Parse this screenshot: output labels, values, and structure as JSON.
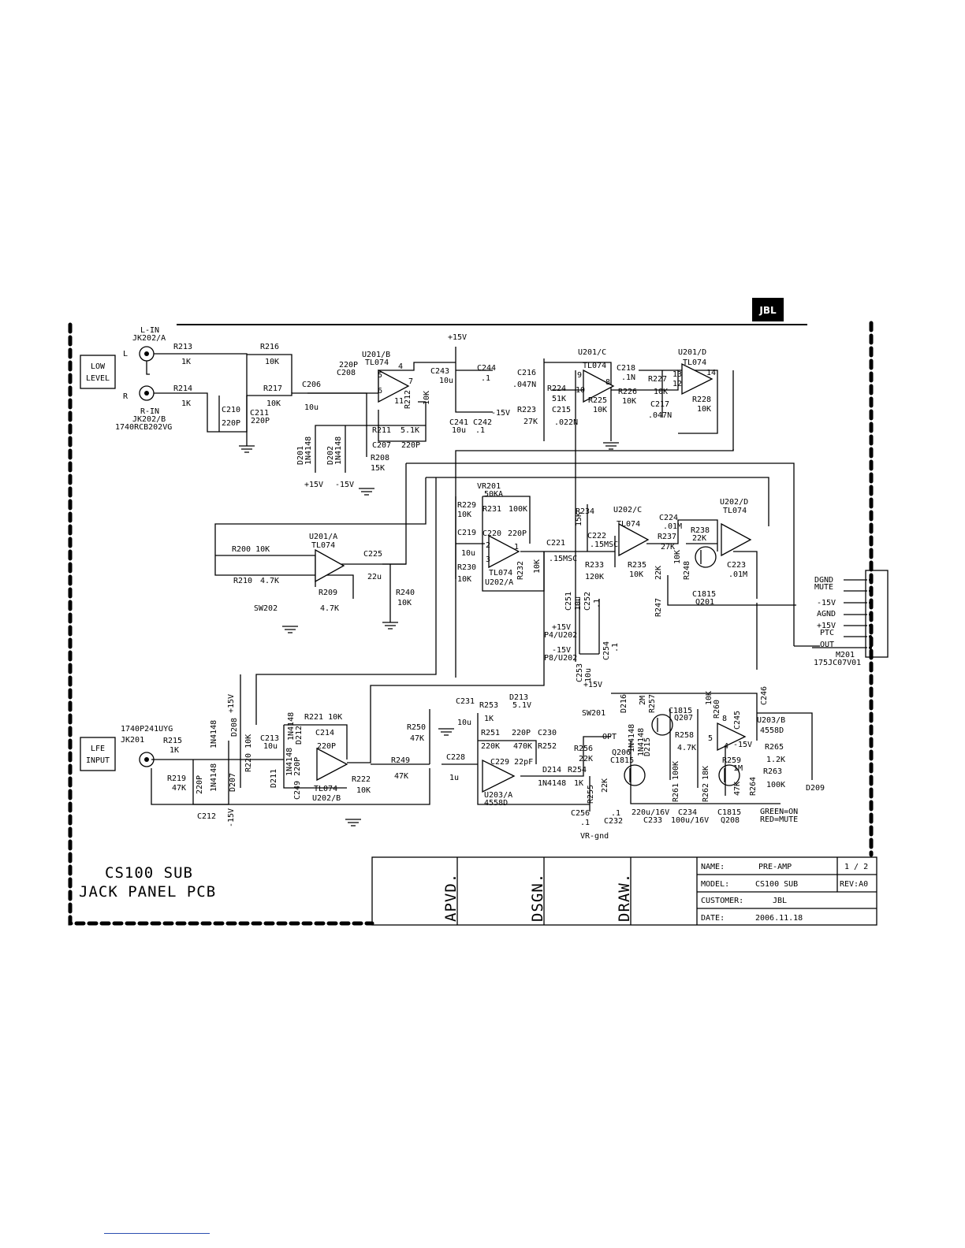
{
  "logo": {
    "text": "JBL"
  },
  "sheet": {
    "title_line1": "CS100 SUB",
    "title_line2": "JACK PANEL PCB"
  },
  "title_block": {
    "approved_label": "APVD.",
    "design_label": "DSGN.",
    "drawn_label": "DRAW.",
    "name_label": "NAME:",
    "name_value": "PRE-AMP",
    "page": "1 / 2",
    "model_label": "MODEL:",
    "model_value": "CS100 SUB",
    "rev": "REV:A0",
    "customer_label": "CUSTOMER:",
    "customer_value": "JBL",
    "date_label": "DATE:",
    "date_value": "2006.11.18"
  },
  "inputs": {
    "low_level_1": "LOW",
    "low_level_2": "LEVEL",
    "lfe_1": "LFE",
    "lfe_2": "INPUT"
  },
  "connector": {
    "pins": [
      "DGND",
      "MUTE",
      "-15V",
      "AGND",
      "+15V",
      "PTC",
      "OUT"
    ],
    "name": "M201",
    "part": "175JC07V01"
  },
  "labels": [
    {
      "id": "lin",
      "t": "L-IN"
    },
    {
      "id": "jk202a",
      "t": "JK202/A"
    },
    {
      "id": "L",
      "t": "L"
    },
    {
      "id": "R",
      "t": "R"
    },
    {
      "id": "rin",
      "t": "R-IN"
    },
    {
      "id": "jk202b",
      "t": "JK202/B"
    },
    {
      "id": "jk202pn",
      "t": "1740RCB202VG"
    },
    {
      "id": "r213",
      "t": "R213"
    },
    {
      "id": "r213v",
      "t": "1K"
    },
    {
      "id": "r214",
      "t": "R214"
    },
    {
      "id": "r214v",
      "t": "1K"
    },
    {
      "id": "r216",
      "t": "R216"
    },
    {
      "id": "r216v",
      "t": "10K"
    },
    {
      "id": "r217",
      "t": "R217"
    },
    {
      "id": "r217v",
      "t": "10K"
    },
    {
      "id": "c210",
      "t": "C210"
    },
    {
      "id": "c210v",
      "t": "220P"
    },
    {
      "id": "c211",
      "t": "C211"
    },
    {
      "id": "c211v",
      "t": "220P"
    },
    {
      "id": "c206",
      "t": "C206"
    },
    {
      "id": "c206v",
      "t": "10u"
    },
    {
      "id": "c208v",
      "t": "220P"
    },
    {
      "id": "c208",
      "t": "C208"
    },
    {
      "id": "u201b",
      "t": "U201/B"
    },
    {
      "id": "u201bt",
      "t": "TL074"
    },
    {
      "id": "p5",
      "t": "5"
    },
    {
      "id": "p6",
      "t": "6"
    },
    {
      "id": "p7",
      "t": "7"
    },
    {
      "id": "p4",
      "t": "4"
    },
    {
      "id": "p11",
      "t": "11"
    },
    {
      "id": "r212",
      "t": "R212"
    },
    {
      "id": "r212v",
      "t": "10K"
    },
    {
      "id": "r211",
      "t": "R211"
    },
    {
      "id": "r211v",
      "t": "5.1K"
    },
    {
      "id": "c207",
      "t": "C207"
    },
    {
      "id": "c207v",
      "t": "220P"
    },
    {
      "id": "d201",
      "t": "D201"
    },
    {
      "id": "d201v",
      "t": "1N4148"
    },
    {
      "id": "d202",
      "t": "D202"
    },
    {
      "id": "d202v",
      "t": "1N4148"
    },
    {
      "id": "pp15a",
      "t": "+15V"
    },
    {
      "id": "mm15a",
      "t": "-15V"
    },
    {
      "id": "r208",
      "t": "R208"
    },
    {
      "id": "r208v",
      "t": "15K"
    },
    {
      "id": "p15top",
      "t": "+15V"
    },
    {
      "id": "c243",
      "t": "C243"
    },
    {
      "id": "c243v",
      "t": "10u"
    },
    {
      "id": "c244",
      "t": "C244"
    },
    {
      "id": "c244v",
      "t": ".1"
    },
    {
      "id": "m15b",
      "t": "-15V"
    },
    {
      "id": "c241",
      "t": "C241"
    },
    {
      "id": "c242",
      "t": "C242"
    },
    {
      "id": "c241v",
      "t": "10u"
    },
    {
      "id": "c242v",
      "t": ".1"
    },
    {
      "id": "c216",
      "t": "C216"
    },
    {
      "id": "c216v",
      "t": ".047N"
    },
    {
      "id": "r224",
      "t": "R224"
    },
    {
      "id": "r224v",
      "t": "51K"
    },
    {
      "id": "c215",
      "t": "C215"
    },
    {
      "id": "r223",
      "t": "R223"
    },
    {
      "id": "r223v",
      "t": "27K"
    },
    {
      "id": "c215v",
      "t": ".022N"
    },
    {
      "id": "u201c",
      "t": "U201/C"
    },
    {
      "id": "u201ct",
      "t": "TL074"
    },
    {
      "id": "p9",
      "t": "9"
    },
    {
      "id": "p10",
      "t": "10"
    },
    {
      "id": "p8",
      "t": "8"
    },
    {
      "id": "r225",
      "t": "R225"
    },
    {
      "id": "r225v",
      "t": "10K"
    },
    {
      "id": "c218",
      "t": "C218"
    },
    {
      "id": "c218v",
      "t": ".1N"
    },
    {
      "id": "r226",
      "t": "R226"
    },
    {
      "id": "r226v",
      "t": "10K"
    },
    {
      "id": "r227",
      "t": "R227"
    },
    {
      "id": "r227v",
      "t": "10K"
    },
    {
      "id": "c217",
      "t": "C217"
    },
    {
      "id": "c217v",
      "t": ".047N"
    },
    {
      "id": "u201d",
      "t": "U201/D"
    },
    {
      "id": "u201dt",
      "t": "TL074"
    },
    {
      "id": "p13",
      "t": "13"
    },
    {
      "id": "p12",
      "t": "12"
    },
    {
      "id": "p14",
      "t": "14"
    },
    {
      "id": "r228",
      "t": "R228"
    },
    {
      "id": "r228v",
      "t": "10K"
    },
    {
      "id": "vr201",
      "t": "VR201"
    },
    {
      "id": "vr201v",
      "t": "50KA"
    },
    {
      "id": "r231",
      "t": "R231"
    },
    {
      "id": "r231v",
      "t": "100K"
    },
    {
      "id": "c220",
      "t": "C220"
    },
    {
      "id": "c220v",
      "t": "220P"
    },
    {
      "id": "r229",
      "t": "R229"
    },
    {
      "id": "r229v",
      "t": "10K"
    },
    {
      "id": "c219",
      "t": "C219"
    },
    {
      "id": "c219v",
      "t": "10u"
    },
    {
      "id": "p2a",
      "t": "2"
    },
    {
      "id": "p3a",
      "t": "3"
    },
    {
      "id": "p1a",
      "t": "1"
    },
    {
      "id": "u202at",
      "t": "TL074"
    },
    {
      "id": "u202a",
      "t": "U202/A"
    },
    {
      "id": "r232",
      "t": "R232"
    },
    {
      "id": "r232v",
      "t": "10K"
    },
    {
      "id": "r230",
      "t": "R230"
    },
    {
      "id": "r230v",
      "t": "10K"
    },
    {
      "id": "c221",
      "t": "C221"
    },
    {
      "id": "c221v",
      "t": ".15MSC"
    },
    {
      "id": "r234",
      "t": "R234"
    },
    {
      "id": "r234v",
      "t": "15K"
    },
    {
      "id": "c222",
      "t": "C222"
    },
    {
      "id": "c222v",
      "t": ".15MSC"
    },
    {
      "id": "u202c",
      "t": "U202/C"
    },
    {
      "id": "u202ct",
      "t": "TL074"
    },
    {
      "id": "r233",
      "t": "R233"
    },
    {
      "id": "r233v",
      "t": "120K"
    },
    {
      "id": "r235",
      "t": "R235"
    },
    {
      "id": "r235v",
      "t": "10K"
    },
    {
      "id": "c224",
      "t": "C224"
    },
    {
      "id": "c224v",
      "t": ".01M"
    },
    {
      "id": "r238",
      "t": "R238"
    },
    {
      "id": "r238v",
      "t": "22K"
    },
    {
      "id": "r237",
      "t": "R237"
    },
    {
      "id": "r237v",
      "t": "27K"
    },
    {
      "id": "u202d",
      "t": "U202/D"
    },
    {
      "id": "u202dt",
      "t": "TL074"
    },
    {
      "id": "c223",
      "t": "C223"
    },
    {
      "id": "c223v",
      "t": ".01M"
    },
    {
      "id": "r247",
      "t": "R247"
    },
    {
      "id": "r247v",
      "t": "22K"
    },
    {
      "id": "r248",
      "t": "R248"
    },
    {
      "id": "r248v",
      "t": "10K"
    },
    {
      "id": "c1815a",
      "t": "C1815"
    },
    {
      "id": "q201",
      "t": "Q201"
    },
    {
      "id": "c251",
      "t": "C251"
    },
    {
      "id": "c251v",
      "t": "10u"
    },
    {
      "id": "c252",
      "t": "C252"
    },
    {
      "id": "c252v",
      "t": ".1"
    },
    {
      "id": "p4u",
      "t": "+15V"
    },
    {
      "id": "p4u2",
      "t": "P4/U202"
    },
    {
      "id": "p8u",
      "t": "-15V"
    },
    {
      "id": "p8u2",
      "t": "P8/U202"
    },
    {
      "id": "c254",
      "t": "C254"
    },
    {
      "id": "c254v",
      "t": ".1"
    },
    {
      "id": "c253",
      "t": "C253"
    },
    {
      "id": "c253v",
      "t": "10u"
    },
    {
      "id": "r200",
      "t": "R200 10K"
    },
    {
      "id": "r210",
      "t": "R210"
    },
    {
      "id": "r210v",
      "t": "4.7K"
    },
    {
      "id": "u201a",
      "t": "U201/A"
    },
    {
      "id": "u201at",
      "t": "TL074"
    },
    {
      "id": "c225",
      "t": "C225"
    },
    {
      "id": "c225v",
      "t": "22u"
    },
    {
      "id": "r209",
      "t": "R209"
    },
    {
      "id": "r209v",
      "t": "4.7K"
    },
    {
      "id": "r240",
      "t": "R240"
    },
    {
      "id": "r240v",
      "t": "10K"
    },
    {
      "id": "sw202",
      "t": "SW202"
    },
    {
      "id": "jk201pn",
      "t": "1740P241UYG"
    },
    {
      "id": "jk201",
      "t": "JK201"
    },
    {
      "id": "r215",
      "t": "R215"
    },
    {
      "id": "r215v",
      "t": "1K"
    },
    {
      "id": "r219",
      "t": "R219"
    },
    {
      "id": "r219v",
      "t": "47K"
    },
    {
      "id": "c212",
      "t": "C212"
    },
    {
      "id": "c212v",
      "t": "220P"
    },
    {
      "id": "d207",
      "t": "D207"
    },
    {
      "id": "d208",
      "t": "D208"
    },
    {
      "id": "p15c",
      "t": "+15V"
    },
    {
      "id": "m15c",
      "t": "-15V"
    },
    {
      "id": "r220",
      "t": "R220 10K"
    },
    {
      "id": "c213",
      "t": "C213"
    },
    {
      "id": "c213v",
      "t": "10u"
    },
    {
      "id": "d211",
      "t": "D211"
    },
    {
      "id": "d212",
      "t": "D212"
    },
    {
      "id": "c249",
      "t": "C249 220P"
    },
    {
      "id": "r221",
      "t": "R221 10K"
    },
    {
      "id": "c214",
      "t": "C214"
    },
    {
      "id": "c214v",
      "t": "220P"
    },
    {
      "id": "u202bt",
      "t": "TL074"
    },
    {
      "id": "u202b",
      "t": "U202/B"
    },
    {
      "id": "r222",
      "t": "R222"
    },
    {
      "id": "r222v",
      "t": "10K"
    },
    {
      "id": "r249",
      "t": "R249"
    },
    {
      "id": "r249v",
      "t": "47K"
    },
    {
      "id": "r250",
      "t": "R250"
    },
    {
      "id": "r250v",
      "t": "47K"
    },
    {
      "id": "c231",
      "t": "C231"
    },
    {
      "id": "c231v",
      "t": "10u"
    },
    {
      "id": "r253",
      "t": "R253"
    },
    {
      "id": "r253v",
      "t": "1K"
    },
    {
      "id": "d213",
      "t": "D213"
    },
    {
      "id": "d213v",
      "t": "5.1V"
    },
    {
      "id": "r251",
      "t": "R251"
    },
    {
      "id": "r251v",
      "t": "220K"
    },
    {
      "id": "c230",
      "t": "C230"
    },
    {
      "id": "c230v",
      "t": "220P"
    },
    {
      "id": "r252",
      "t": "R252"
    },
    {
      "id": "r252v",
      "t": "470K"
    },
    {
      "id": "c229",
      "t": "C229 22pF"
    },
    {
      "id": "c228",
      "t": "C228"
    },
    {
      "id": "c228v",
      "t": "1u"
    },
    {
      "id": "u203a",
      "t": "U203/A"
    },
    {
      "id": "u203at",
      "t": "4558D"
    },
    {
      "id": "d214",
      "t": "D214"
    },
    {
      "id": "d214v",
      "t": "1N4148"
    },
    {
      "id": "r254",
      "t": "R254"
    },
    {
      "id": "r254v",
      "t": "1K"
    },
    {
      "id": "sw201",
      "t": "SW201"
    },
    {
      "id": "opt",
      "t": "OPT"
    },
    {
      "id": "r256",
      "t": "R256"
    },
    {
      "id": "r256v",
      "t": "22K"
    },
    {
      "id": "r255",
      "t": "R255"
    },
    {
      "id": "r255v",
      "t": "22K"
    },
    {
      "id": "c256",
      "t": "C256"
    },
    {
      "id": "c256v",
      "t": ".1"
    },
    {
      "id": "c232",
      "t": "C232"
    },
    {
      "id": "c232v",
      "t": ".1"
    },
    {
      "id": "vrgnd",
      "t": "VR-gnd"
    },
    {
      "id": "d216",
      "t": "D216"
    },
    {
      "id": "d215",
      "t": "D215"
    },
    {
      "id": "r257",
      "t": "R257"
    },
    {
      "id": "r257v",
      "t": "2M"
    },
    {
      "id": "c1815b",
      "t": "C1815"
    },
    {
      "id": "q206",
      "t": "Q206"
    },
    {
      "id": "c1815c",
      "t": "C1815"
    },
    {
      "id": "q207",
      "t": "Q207"
    },
    {
      "id": "r260",
      "t": "R260"
    },
    {
      "id": "r260v",
      "t": "10K"
    },
    {
      "id": "r258",
      "t": "R258"
    },
    {
      "id": "r258v",
      "t": "4.7K"
    },
    {
      "id": "c233",
      "t": "C233"
    },
    {
      "id": "c233v",
      "t": "220u/16V"
    },
    {
      "id": "c234",
      "t": "C234"
    },
    {
      "id": "c234v",
      "t": "100u/16V"
    },
    {
      "id": "r261",
      "t": "R261"
    },
    {
      "id": "r261v",
      "t": "100K"
    },
    {
      "id": "r262",
      "t": "R262"
    },
    {
      "id": "r262v",
      "t": "18K"
    },
    {
      "id": "r259",
      "t": "R259"
    },
    {
      "id": "r259v",
      "t": "1M"
    },
    {
      "id": "c1815d",
      "t": "C1815"
    },
    {
      "id": "q208",
      "t": "Q208"
    },
    {
      "id": "r264",
      "t": "R264"
    },
    {
      "id": "r264v",
      "t": "47K"
    },
    {
      "id": "c245",
      "t": "C245"
    },
    {
      "id": "c246",
      "t": "C246"
    },
    {
      "id": "u203b",
      "t": "U203/B"
    },
    {
      "id": "u203bt",
      "t": "4558D"
    },
    {
      "id": "m15d",
      "t": "-15V"
    },
    {
      "id": "p8b",
      "t": "8"
    },
    {
      "id": "p5b",
      "t": "5"
    },
    {
      "id": "p4b",
      "t": "4"
    },
    {
      "id": "r265",
      "t": "R265"
    },
    {
      "id": "r265v",
      "t": "1.2K"
    },
    {
      "id": "r263",
      "t": "R263"
    },
    {
      "id": "r263v",
      "t": "100K"
    },
    {
      "id": "d209",
      "t": "D209"
    },
    {
      "id": "green",
      "t": "GREEN=ON"
    },
    {
      "id": "red",
      "t": "RED=MUTE"
    },
    {
      "id": "p15d",
      "t": "+15V"
    },
    {
      "id": "dn1",
      "t": "1N4148"
    },
    {
      "id": "dn2",
      "t": "1N4148"
    },
    {
      "id": "dn3",
      "t": "1N4148"
    },
    {
      "id": "dn4",
      "t": "1N4148"
    },
    {
      "id": "dn5",
      "t": "1N4148"
    },
    {
      "id": "dn6",
      "t": "1N4148"
    }
  ]
}
